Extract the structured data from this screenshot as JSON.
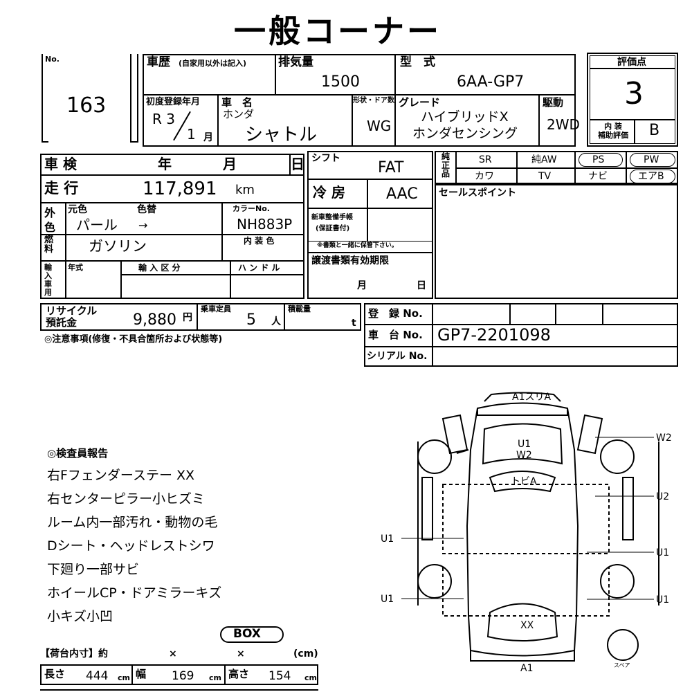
{
  "title": "一般コーナー",
  "lot": {
    "label": "No.",
    "number": "163"
  },
  "history": {
    "label": "車歴",
    "note": "(自家用以外は記入)"
  },
  "displacement": {
    "label": "排気量",
    "value": "1500"
  },
  "model": {
    "label": "型　式",
    "value": "6AA-GP7"
  },
  "score": {
    "label": "評価点",
    "value": "3",
    "interior_label": "内 装\n補助評価",
    "interior_value": "B"
  },
  "first_reg": {
    "label": "初度登録年月",
    "era": "R 3",
    "month": "1",
    "month_unit": "月"
  },
  "car_name": {
    "label": "車　名",
    "maker": "ホンダ",
    "name": "シャトル"
  },
  "shape": {
    "label": "形状・ドア数",
    "value": "WG"
  },
  "grade": {
    "label": "グレード",
    "line1": "ハイブリッドX",
    "line2": "ホンダセンシング"
  },
  "drive": {
    "label": "駆動",
    "value": "2WD"
  },
  "inspection": {
    "label": "車 検",
    "year": "年",
    "month": "月",
    "day": "日"
  },
  "shift": {
    "label": "シフト",
    "value": "FAT"
  },
  "genuine": {
    "label": "純正品",
    "items": [
      "SR",
      "純AW",
      "PS",
      "PW",
      "カワ",
      "TV",
      "ナビ",
      "エアB"
    ]
  },
  "mileage": {
    "label": "走 行",
    "value": "117,891",
    "unit": "km"
  },
  "aircon": {
    "label": "冷 房",
    "value": "AAC"
  },
  "sales_point": {
    "label": "セールスポイント"
  },
  "exterior": {
    "label": "外色",
    "orig_label": "元色",
    "repaint_label": "色替",
    "orig_value": "パール",
    "arrow": "→",
    "color_no_label": "カラーNo.",
    "color_no": "NH883P"
  },
  "manual": {
    "label1": "新車整備手帳",
    "label2": "(保証書付)",
    "note": "※書類と一緒に保管下さい。"
  },
  "fuel": {
    "label": "燃料",
    "value": "ガソリン",
    "interior_color_label": "内 装 色"
  },
  "import": {
    "label": "輸入車",
    "year_label": "年式",
    "type_label": "輸 入 区 分",
    "handle_label": "ハ ン ド ル"
  },
  "transfer": {
    "label": "譲渡書類有効期限",
    "month": "月",
    "day": "日"
  },
  "recycle": {
    "label": "リサイクル\n預託金",
    "value": "9,880",
    "unit": "円"
  },
  "capacity": {
    "label": "乗車定員",
    "value": "5",
    "unit": "人"
  },
  "load": {
    "label": "積載量",
    "unit": "t"
  },
  "registration": {
    "label": "登　録 No."
  },
  "chassis": {
    "label": "車　台 No.",
    "value": "GP7-2201098"
  },
  "serial": {
    "label": "シリアル No."
  },
  "caution": {
    "label": "◎注意事項(修復・不具合箇所および状態等)"
  },
  "report": {
    "title": "◎検査員報告",
    "lines": [
      "右Fフェンダーステー XX",
      "右センターピラー小ヒズミ",
      "ルーム内一部汚れ・動物の毛",
      "Dシート・ヘッドレストシワ",
      "下廻り一部サビ",
      "ホイールCP・ドアミラーキズ",
      "小キズ小凹"
    ]
  },
  "cargo": {
    "box": "BOX",
    "label": "【荷台内寸】約",
    "times": "×",
    "unit": "(cm)",
    "length_label": "長さ",
    "length": "444",
    "width_label": "幅",
    "width": "169",
    "height_label": "高さ",
    "height": "154",
    "cm": "cm"
  },
  "diagram": {
    "top": "A1スリA",
    "bottom": "A1",
    "spare": "スペア",
    "u1w2": [
      "U1",
      "W2"
    ],
    "tobi": "トビA",
    "xx": "XX",
    "right_w2": "W2",
    "right_u2": "U2",
    "right_u1a": "U1",
    "right_u1b": "U1",
    "left_u1a": "U1",
    "left_u1b": "U1"
  }
}
